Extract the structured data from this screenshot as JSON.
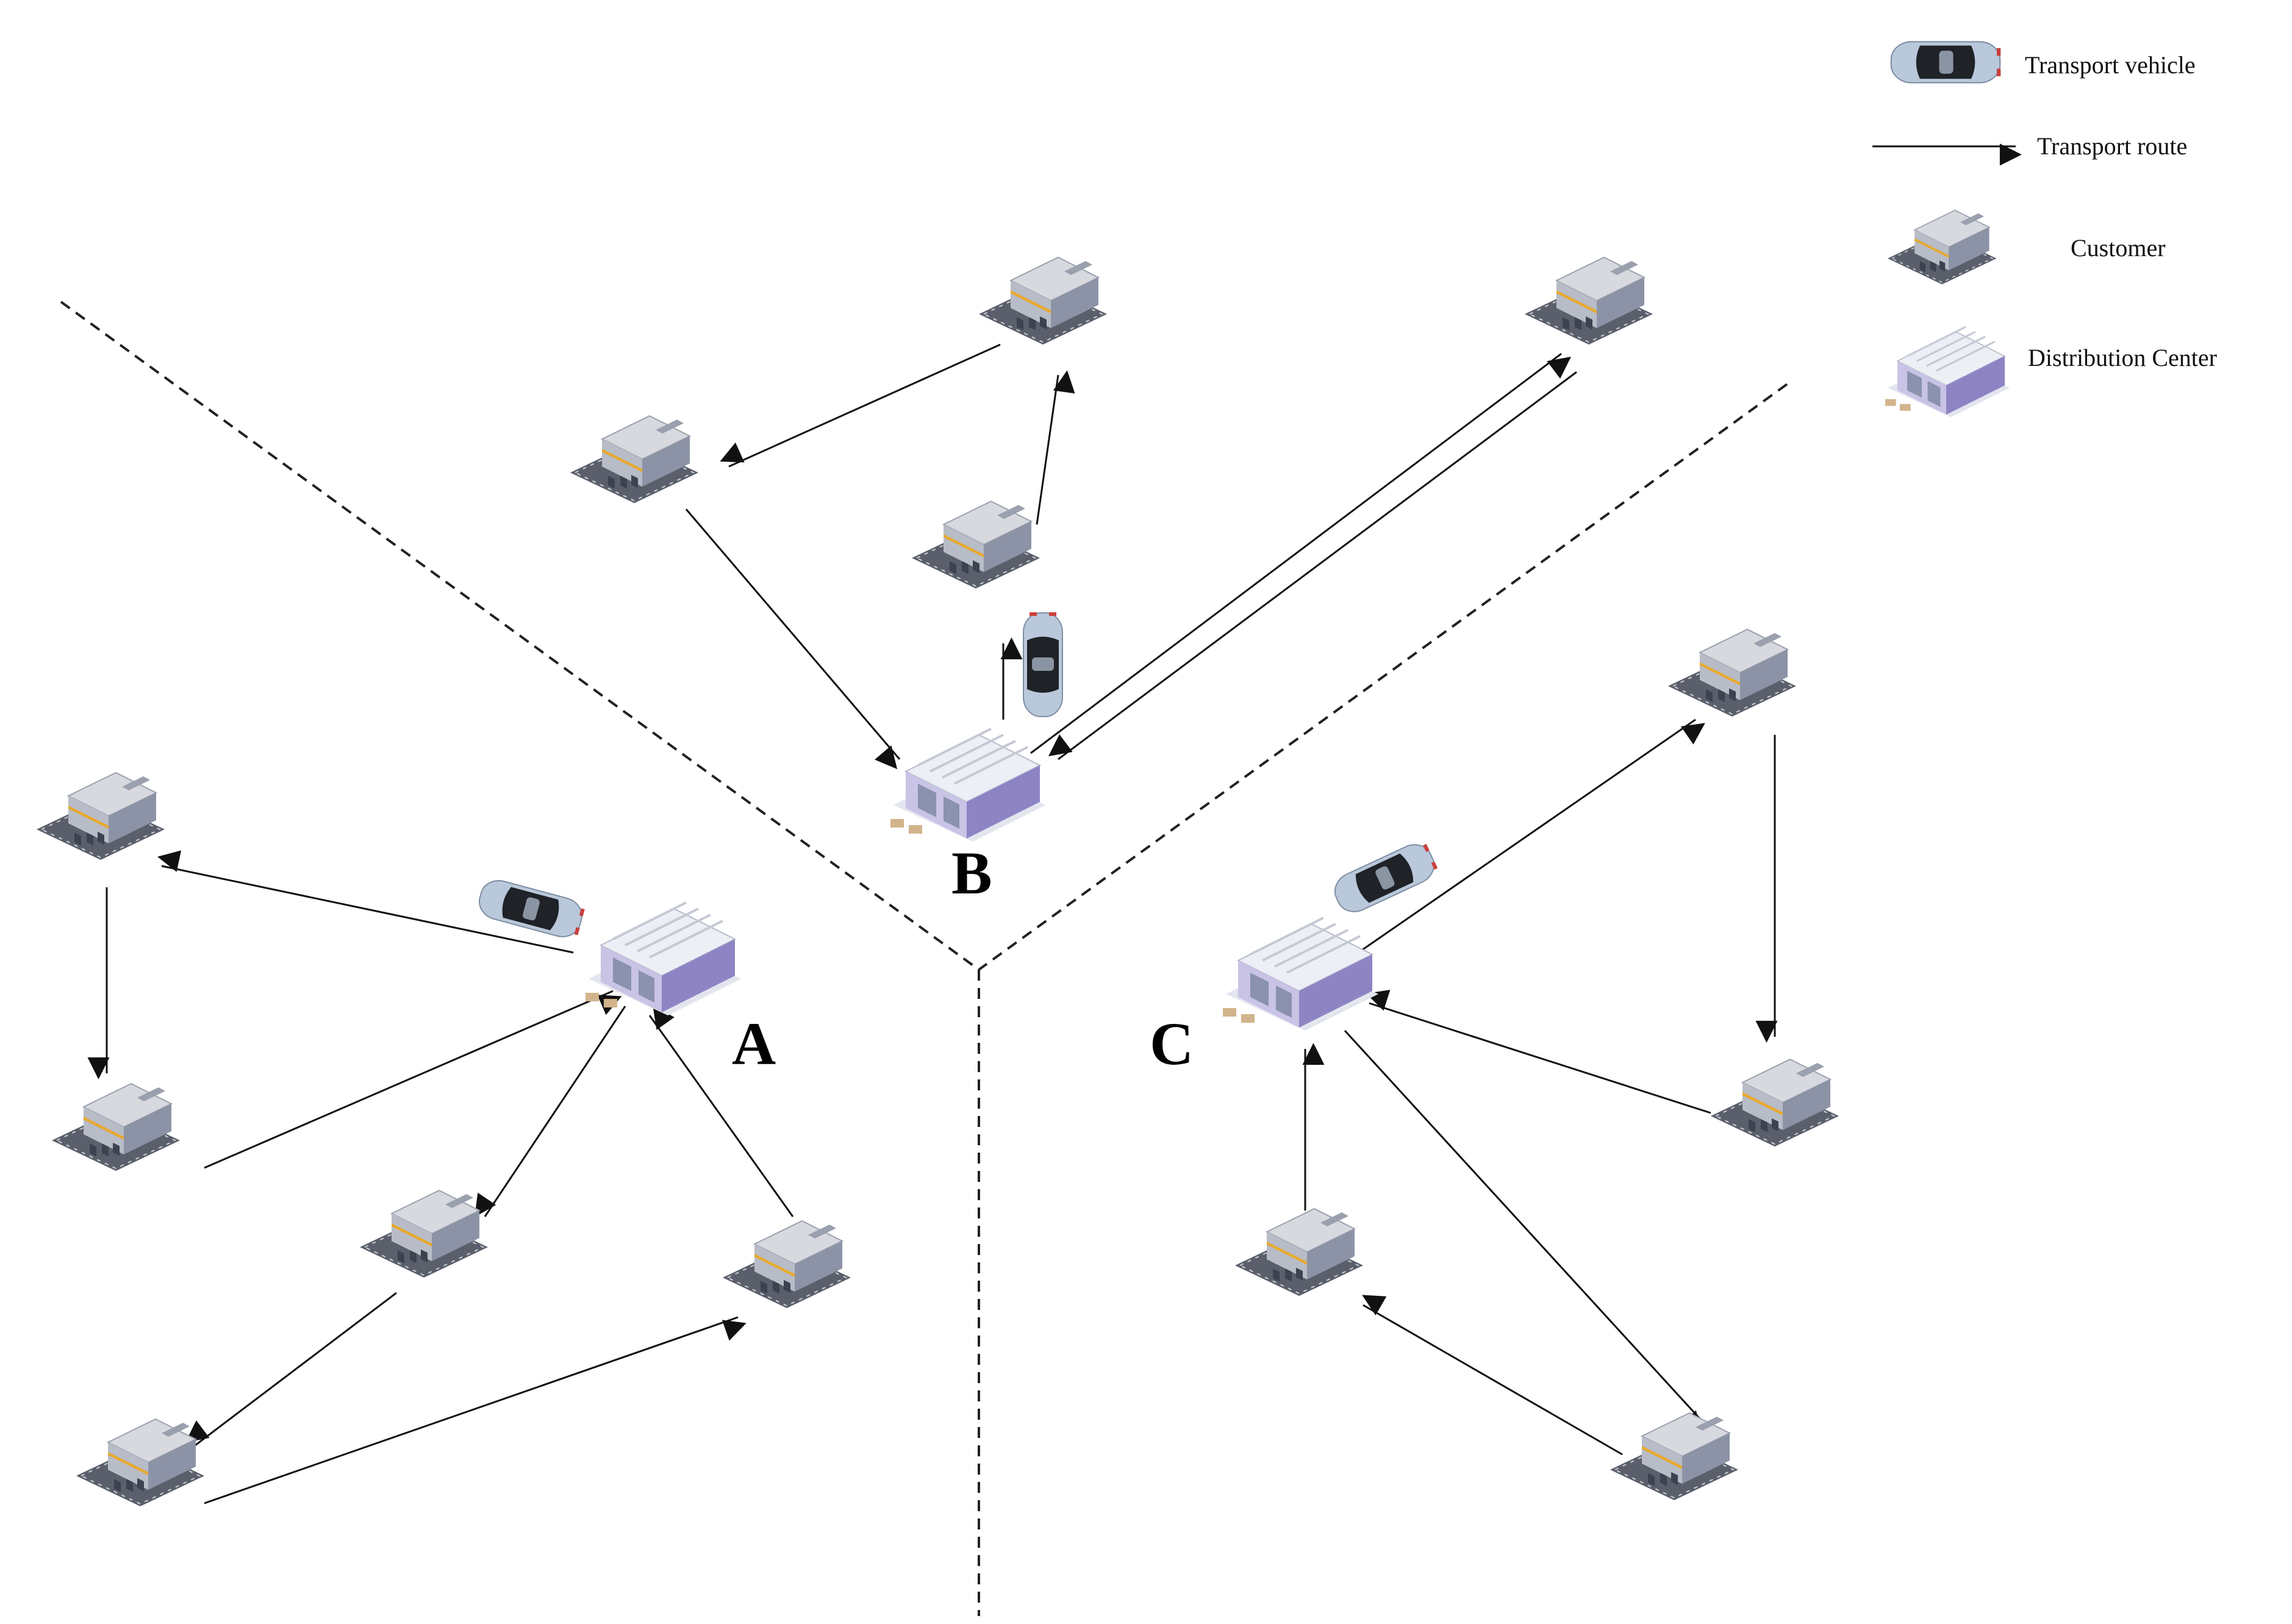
{
  "legend": {
    "vehicle": "Transport vehicle",
    "route": "Transport route",
    "customer": "Customer",
    "center": "Distribution Center"
  },
  "centers": {
    "a": "A",
    "b": "B",
    "c": "C"
  },
  "colors": {
    "building_roof": "#d7d9df",
    "building_wall": "#8d93a6",
    "stripe": "#e7a92c",
    "lot": "#5a5f6b",
    "center_roof": "#eceff5",
    "center_wall": "#8e84c4",
    "car_body": "#b9c8da",
    "car_glass": "#1f2227"
  }
}
